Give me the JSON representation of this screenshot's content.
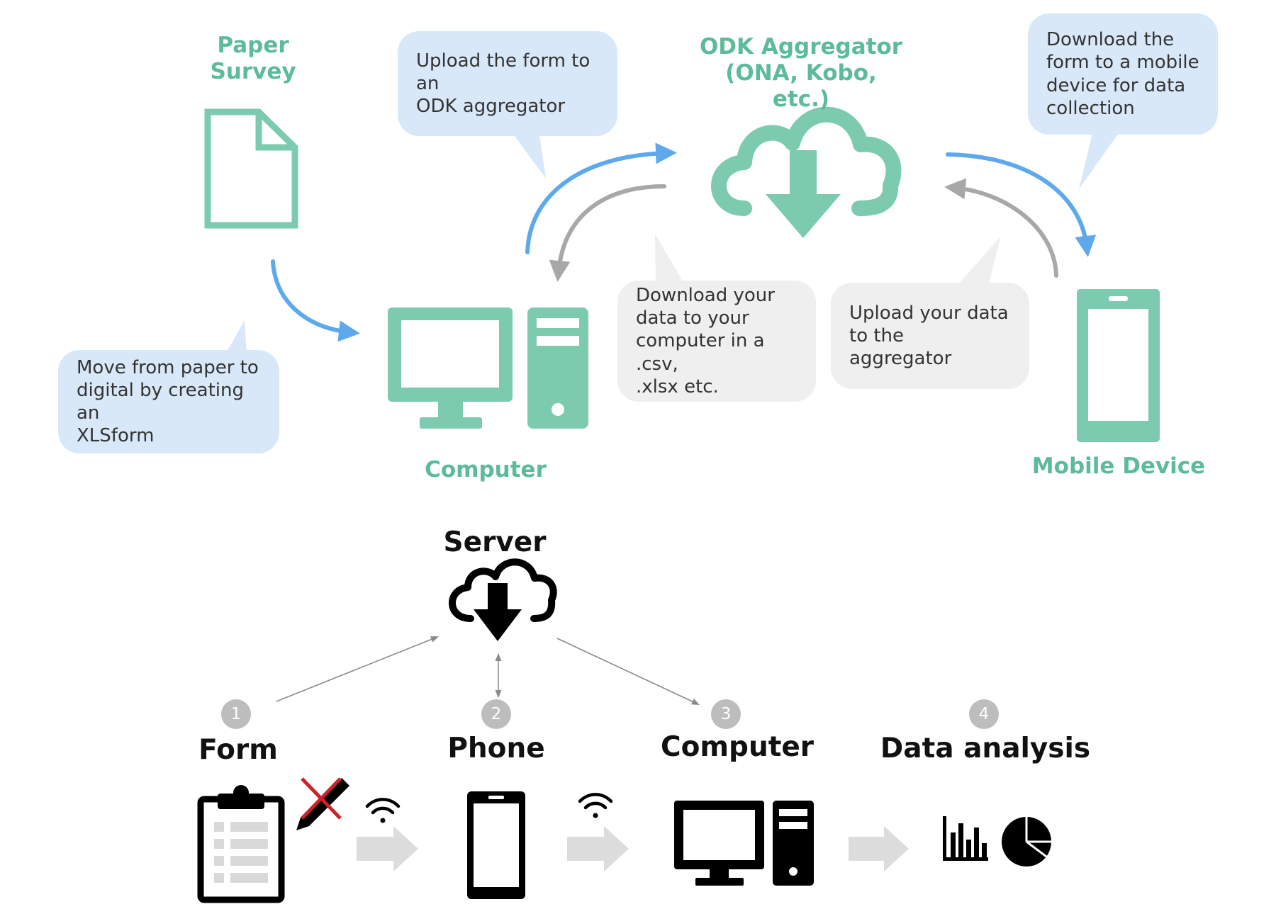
{
  "colors": {
    "teal": "#7ccbae",
    "teal_text": "#5cbb98",
    "blue_arrow": "#5ea9ec",
    "grey_arrow": "#a8a8a8",
    "bubble_blue": "#d8e8f8",
    "bubble_grey": "#efefef"
  },
  "top": {
    "paper_survey": "Paper\nSurvey",
    "aggregator": "ODK Aggregator\n(ONA, Kobo, etc.)",
    "computer": "Computer",
    "mobile_device": "Mobile Device",
    "bubbles": {
      "upload_form": "Upload the form to an\nODK aggregator",
      "download_form": "Download the\nform to a mobile\ndevice for data\ncollection",
      "move_digital": "Move from paper to\ndigital by creating an\nXLSform",
      "download_data": "Download your\ndata to your\ncomputer in a .csv,\n.xlsx etc.",
      "upload_data": "Upload your data\nto the aggregator"
    }
  },
  "bottom": {
    "server": "Server",
    "steps": [
      {
        "num": "1",
        "label": "Form"
      },
      {
        "num": "2",
        "label": "Phone"
      },
      {
        "num": "3",
        "label": "Computer"
      },
      {
        "num": "4",
        "label": "Data analysis"
      }
    ]
  }
}
